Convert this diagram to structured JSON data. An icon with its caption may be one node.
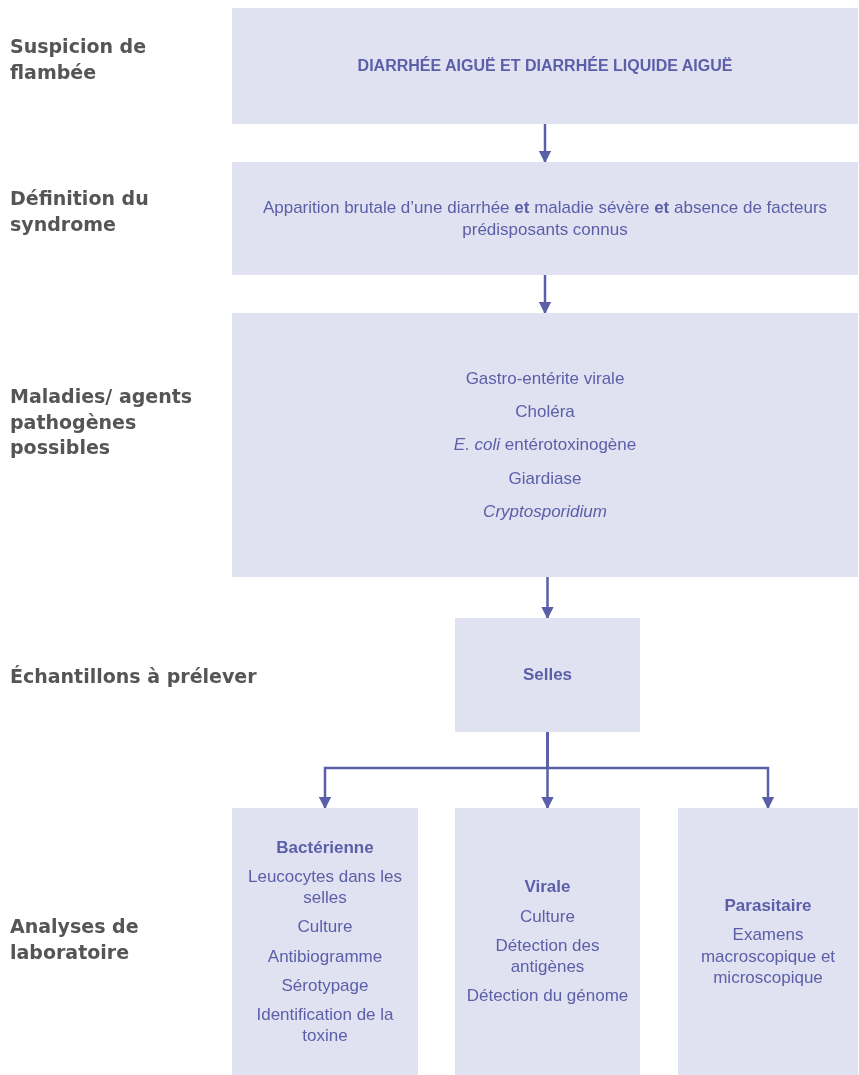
{
  "diagram": {
    "nodes": [
      {
        "text": [
          "DIARRHÉE AIGUË ET DIARRHÉE LIQUIDE AIGUË"
        ]
      },
      {
        "text": [
          "Apparition brutale d’une diarrhée **et** maladie sévère **et** absence de facteurs prédisposants connus"
        ]
      },
      {
        "text": [
          "Gastro-entérite virale",
          "Choléra",
          "*E. coli* entérotoxinogène",
          "Giardiase",
          "Cryptosporidium"
        ]
      },
      {
        "text": [
          "Selles"
        ]
      },
      {
        "text": [
          "Bactérienne",
          "Leucocytes dans les selles",
          "Culture",
          "Antibiogramme",
          "Sérotypage",
          "Identification de la toxine"
        ]
      },
      {
        "text": [
          "Virale",
          "Culture",
          "Détection des antigènes",
          "Détection du génome"
        ]
      },
      {
        "text": [
          "Parasitaire",
          "Examens macroscopique et microscopique"
        ]
      }
    ],
    "edges": [
      {
        "from": 0,
        "to": 1,
        "arrow": "to"
      },
      {
        "from": 1,
        "to": 2,
        "arrow": "to"
      },
      {
        "from": 2,
        "to": 3,
        "arrow": "to"
      },
      {
        "from": 3,
        "to": 4,
        "arrow": "to"
      },
      {
        "from": 3,
        "to": 5,
        "arrow": "to"
      },
      {
        "from": 3,
        "to": 6,
        "arrow": "to"
      }
    ],
    "labels": [
      "Suspicion de flambée",
      "Définition du syndrome",
      "Maladies/ agents pathogènes possibles",
      "Échantillons à prélever",
      "Analyses de laboratoire"
    ]
  }
}
